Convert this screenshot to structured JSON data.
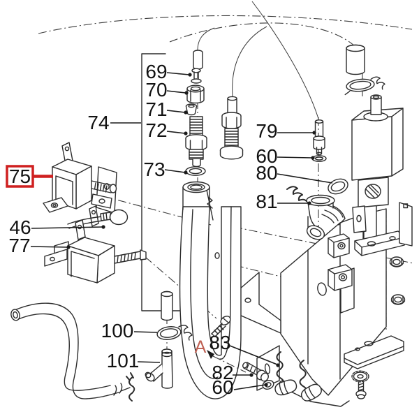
{
  "figure": {
    "type": "exploded-parts-diagram",
    "colors": {
      "line": "#2b2b2b",
      "label": "#121212",
      "highlight_red": "#cf2020",
      "marker_red": "#bf5f52",
      "background": "#ffffff"
    },
    "callouts": {
      "n69": "69",
      "n70": "70",
      "n71": "71",
      "n72": "72",
      "n73": "73",
      "n74": "74",
      "n75": "75",
      "n46": "46",
      "n77": "77",
      "n79": "79",
      "n60a": "60",
      "n80": "80",
      "n81": "81",
      "n100": "100",
      "n101": "101",
      "n83": "83",
      "n82": "82",
      "n60b": "60",
      "view_a": "A"
    }
  }
}
